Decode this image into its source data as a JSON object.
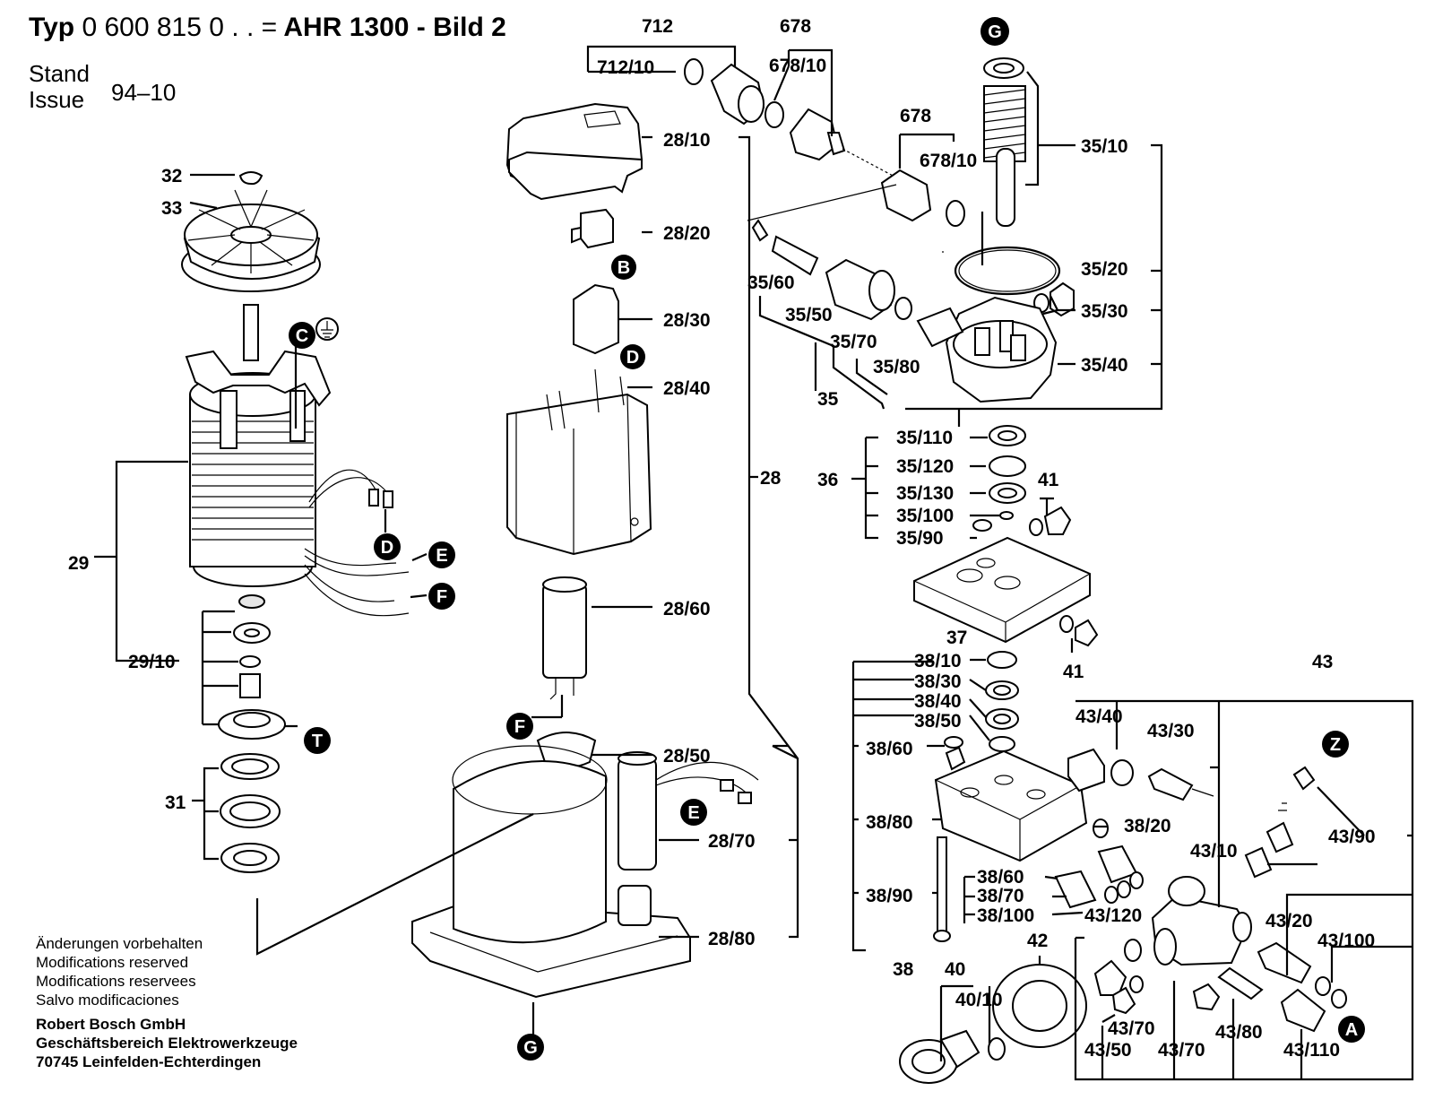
{
  "header": {
    "typ_word": "Typ",
    "typ_number": "0 600 815 0 . . =",
    "model": "AHR 1300 - Bild 2",
    "stand": "Stand",
    "issue": "Issue",
    "issue_value": "94–10"
  },
  "notes": [
    "Änderungen vorbehalten",
    "Modifications reserved",
    "Modifications reservees",
    "Salvo modificaciones"
  ],
  "company": [
    "Robert Bosch GmbH",
    "Geschäftsbereich Elektrowerkzeuge",
    "70745 Leinfelden-Echterdingen"
  ],
  "markers": [
    "G",
    "B",
    "C",
    "D",
    "D",
    "E",
    "F",
    "T",
    "F",
    "E",
    "G",
    "Z",
    "A"
  ],
  "labels": {
    "l32": "32",
    "l33": "33",
    "l29": "29",
    "l29_10": "29/10",
    "l31": "31",
    "l712": "712",
    "l712_10": "712/10",
    "l678a": "678",
    "l678_10a": "678/10",
    "l678b": "678",
    "l678_10b": "678/10",
    "l28_10": "28/10",
    "l28_20": "28/20",
    "l28_30": "28/30",
    "l28_40": "28/40",
    "l28": "28",
    "l28_60": "28/60",
    "l28_50": "28/50",
    "l28_70": "28/70",
    "l28_80": "28/80",
    "l35_10": "35/10",
    "l35_20": "35/20",
    "l35_30": "35/30",
    "l35_40": "35/40",
    "l35_60": "35/60",
    "l35_50": "35/50",
    "l35_70": "35/70",
    "l35_80": "35/80",
    "l35": "35",
    "l36": "36",
    "l35_110": "35/110",
    "l35_120": "35/120",
    "l35_130": "35/130",
    "l35_100": "35/100",
    "l35_90": "35/90",
    "l41a": "41",
    "l41b": "41",
    "l37": "37",
    "l38_10": "38/10",
    "l38_30": "38/30",
    "l38_40": "38/40",
    "l38_50": "38/50",
    "l38_60a": "38/60",
    "l38_80": "38/80",
    "l38_20": "38/20",
    "l38_90": "38/90",
    "l38_60b": "38/60",
    "l38_70": "38/70",
    "l38_100": "38/100",
    "l38": "38",
    "l43": "43",
    "l43_40": "43/40",
    "l43_30": "43/30",
    "l43_10": "43/10",
    "l43_90": "43/90",
    "l43_120": "43/120",
    "l43_20": "43/20",
    "l43_100": "43/100",
    "l42": "42",
    "l40": "40",
    "l40_10": "40/10",
    "l43_70a": "43/70",
    "l43_50": "43/50",
    "l43_70b": "43/70",
    "l43_80": "43/80",
    "l43_110": "43/110"
  }
}
